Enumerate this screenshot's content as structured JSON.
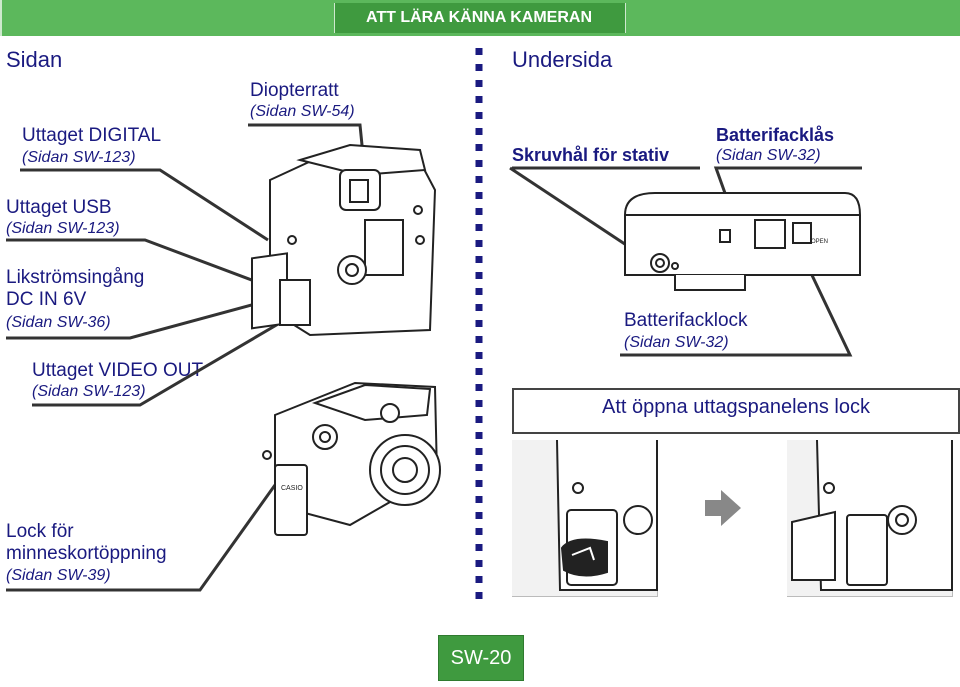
{
  "header": {
    "title": "ATT LÄRA KÄNNA KAMERAN"
  },
  "left": {
    "section": "Sidan",
    "labels": {
      "digital": {
        "name": "Uttaget DIGITAL",
        "ref": "(Sidan SW-123)"
      },
      "diopter": {
        "name": "Diopterratt",
        "ref": "(Sidan SW-54)"
      },
      "usb": {
        "name": "Uttaget USB",
        "ref": "(Sidan SW-123)"
      },
      "dcin_line1": "Likströmsingång",
      "dcin_line2": "DC IN 6V",
      "dcin_ref": "(Sidan SW-36)",
      "video": {
        "name": "Uttaget VIDEO OUT",
        "ref": "(Sidan SW-123)"
      },
      "lock_line1": "Lock för",
      "lock_line2": "minneskortöppning",
      "lock_ref": "(Sidan SW-39)"
    }
  },
  "right": {
    "section": "Undersida",
    "tripod": "Skruvhål för stativ",
    "battery_lock": {
      "name": "Batterifacklås",
      "ref": "(Sidan SW-32)"
    },
    "battery_cover": {
      "name": "Batterifacklock",
      "ref": "(Sidan SW-32)"
    },
    "open_text": "OPEN",
    "open_panel_title": "Att öppna uttagspanelens lock"
  },
  "camera_label": "CASIO",
  "footer": {
    "page": "SW-20"
  },
  "colors": {
    "heading": "#1a1a80",
    "header_bar": "#5cb85c",
    "header_inner": "#3f9a3f",
    "divider": "#1a1a80"
  }
}
